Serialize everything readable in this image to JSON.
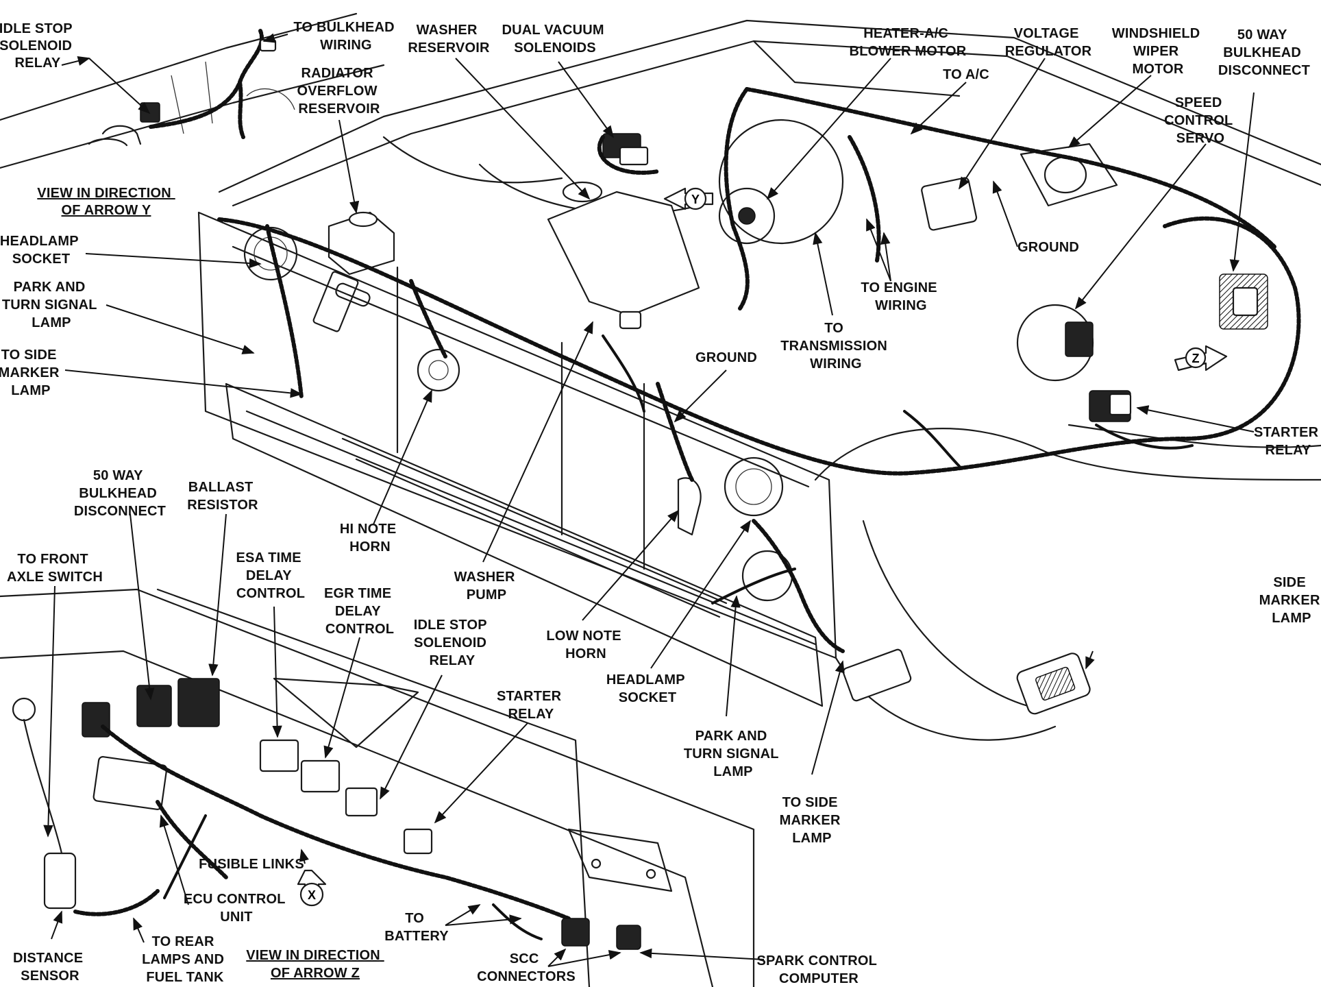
{
  "labels": {
    "idle_stop_solenoid_relay_top": [
      "IDLE STOP",
      "SOLENOID",
      "RELAY"
    ],
    "to_bulkhead_wiring": [
      "TO BULKHEAD",
      "WIRING"
    ],
    "radiator_overflow_reservoir": [
      "RADIATOR",
      "OVERFLOW",
      "RESERVOIR"
    ],
    "view_arrow_y": [
      "VIEW IN DIRECTION",
      "OF ARROW Y"
    ],
    "headlamp_socket_left": [
      "HEADLAMP",
      "SOCKET"
    ],
    "park_turn_signal_left": [
      "PARK AND",
      "TURN SIGNAL",
      "LAMP"
    ],
    "to_side_marker_left": [
      "TO SIDE",
      "MARKER",
      "LAMP"
    ],
    "washer_reservoir": [
      "WASHER",
      "RESERVOIR"
    ],
    "dual_vacuum_solenoids": [
      "DUAL VACUUM",
      "SOLENOIDS"
    ],
    "heater_ac_blower_motor": [
      "HEATER-A/C",
      "BLOWER MOTOR"
    ],
    "to_ac": [
      "TO A/C"
    ],
    "voltage_regulator": [
      "VOLTAGE",
      "REGULATOR"
    ],
    "windshield_wiper_motor": [
      "WINDSHIELD",
      "WIPER",
      "MOTOR"
    ],
    "bulkhead_disconnect_right": [
      "50 WAY",
      "BULKHEAD",
      "DISCONNECT"
    ],
    "speed_control_servo": [
      "SPEED",
      "CONTROL",
      "SERVO"
    ],
    "ground_top": [
      "GROUND"
    ],
    "to_engine_wiring": [
      "TO ENGINE",
      "WIRING"
    ],
    "to_transmission_wiring": [
      "TO",
      "TRANSMISSION",
      "WIRING"
    ],
    "ground_mid": [
      "GROUND"
    ],
    "starter_relay_right": [
      "STARTER",
      "RELAY"
    ],
    "bulkhead_disconnect_left": [
      "50 WAY",
      "BULKHEAD",
      "DISCONNECT"
    ],
    "ballast_resistor": [
      "BALLAST",
      "RESISTOR"
    ],
    "to_front_axle_switch": [
      "TO FRONT",
      "AXLE SWITCH"
    ],
    "esa_time_delay": [
      "ESA TIME",
      "DELAY",
      "CONTROL"
    ],
    "egr_time_delay": [
      "EGR TIME",
      "DELAY",
      "CONTROL"
    ],
    "idle_stop_solenoid_relay_bottom": [
      "IDLE STOP",
      "SOLENOID",
      "RELAY"
    ],
    "hi_note_horn": [
      "HI NOTE",
      "HORN"
    ],
    "washer_pump": [
      "WASHER",
      "PUMP"
    ],
    "low_note_horn": [
      "LOW NOTE",
      "HORN"
    ],
    "headlamp_socket_mid": [
      "HEADLAMP",
      "SOCKET"
    ],
    "side_marker_lamp_right": [
      "SIDE",
      "MARKER",
      "LAMP"
    ],
    "starter_relay_bottom": [
      "STARTER",
      "RELAY"
    ],
    "park_turn_signal_mid": [
      "PARK AND",
      "TURN SIGNAL",
      "LAMP"
    ],
    "to_side_marker_mid": [
      "TO SIDE",
      "MARKER",
      "LAMP"
    ],
    "fusible_links": [
      "FUSIBLE LINKS"
    ],
    "ecu_control_unit": [
      "ECU CONTROL",
      "UNIT"
    ],
    "to_battery": [
      "TO",
      "BATTERY"
    ],
    "distance_sensor": [
      "DISTANCE",
      "SENSOR"
    ],
    "to_rear_lamps": [
      "TO REAR",
      "LAMPS AND",
      "FUEL TANK"
    ],
    "view_arrow_z": [
      "VIEW IN DIRECTION",
      "OF ARROW Z"
    ],
    "scc_connectors": [
      "SCC",
      "CONNECTORS"
    ],
    "spark_control_computer": [
      "SPARK CONTROL",
      "COMPUTER"
    ]
  },
  "arrow_markers": {
    "x": "X",
    "y": "Y",
    "z": "Z"
  }
}
